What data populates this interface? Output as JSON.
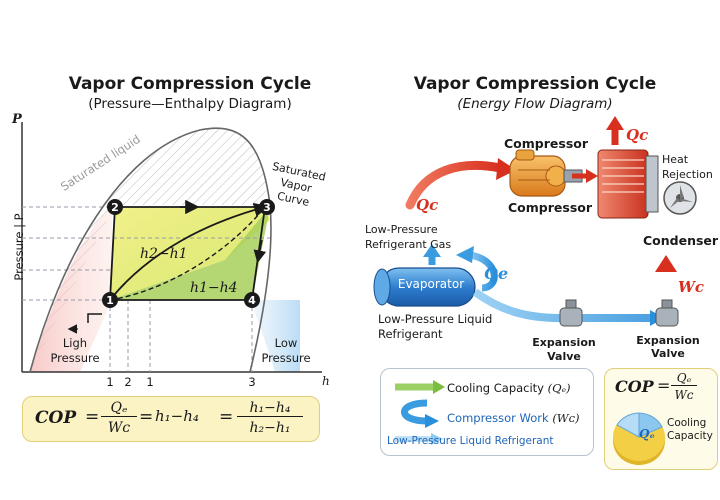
{
  "left": {
    "title": "Vapor Compression Cycle",
    "subtitle": "(Pressure—Enthalpy Diagram)",
    "y_axis_symbol": "P",
    "y_axis_label": "Pressure | P",
    "x_axis_symbol": "h",
    "saturated_liquid": "Saturated liquid",
    "saturated_vapor": "Saturated Vapor Curve",
    "region_h2_h1": "h2−h1",
    "region_h1_h4": "h1−h4",
    "states": [
      "1",
      "2",
      "3",
      "4"
    ],
    "high_pressure": "Ligh Pressure",
    "low_pressure": "Low Pressure",
    "x_ticks": [
      "1",
      "2",
      "1",
      "3"
    ],
    "cop_formula": {
      "lhs": "COP",
      "num1": "Qₑ",
      "den1": "Wᴄ",
      "mid": "h₁−h₄",
      "num2": "h₁−h₄",
      "den2": "h₂−h₁"
    }
  },
  "right": {
    "title": "Vapor Compression Cycle",
    "subtitle": "(Energy Flow Diagram)",
    "compressor_top": "Compressor",
    "compressor_bottom": "Compressor",
    "qc_top": "Qc",
    "qc_left": "Qc",
    "heat_rejection": "Heat Rejection",
    "condenser": "Condenser",
    "low_pressure_gas": "Low-Pressure Refrigerant Gas",
    "evaporator": "Evaporator",
    "qe": "Qe",
    "low_pressure_liquid": "Low-Pressure Liquid Refrigerant",
    "expansion_valve_1": "Expansion Valve",
    "expansion_valve_2": "Expansion Valve",
    "wc": "Wc",
    "legend": {
      "cooling_capacity": "Cooling Capacity",
      "cooling_symbol": "(Qₑ)",
      "compressor_work": "Compressor Work",
      "work_symbol": "(Wᴄ)",
      "liquid": "Low-Pressure Liquid Refrigerant"
    },
    "cop_box": {
      "lhs": "COP",
      "num": "Qₑ",
      "den": "Wᴄ",
      "pie_label": "Qₑ",
      "cooling": "Cooling Capacity"
    }
  },
  "colors": {
    "red_arrow": "#e8452f",
    "blue_arrow": "#3a9be0",
    "yellow_region": "#e6ec6a",
    "green_region": "#9ccc4a",
    "pink_region": "#f6c9c9",
    "cop_box_fill": "#fbf3c4"
  }
}
